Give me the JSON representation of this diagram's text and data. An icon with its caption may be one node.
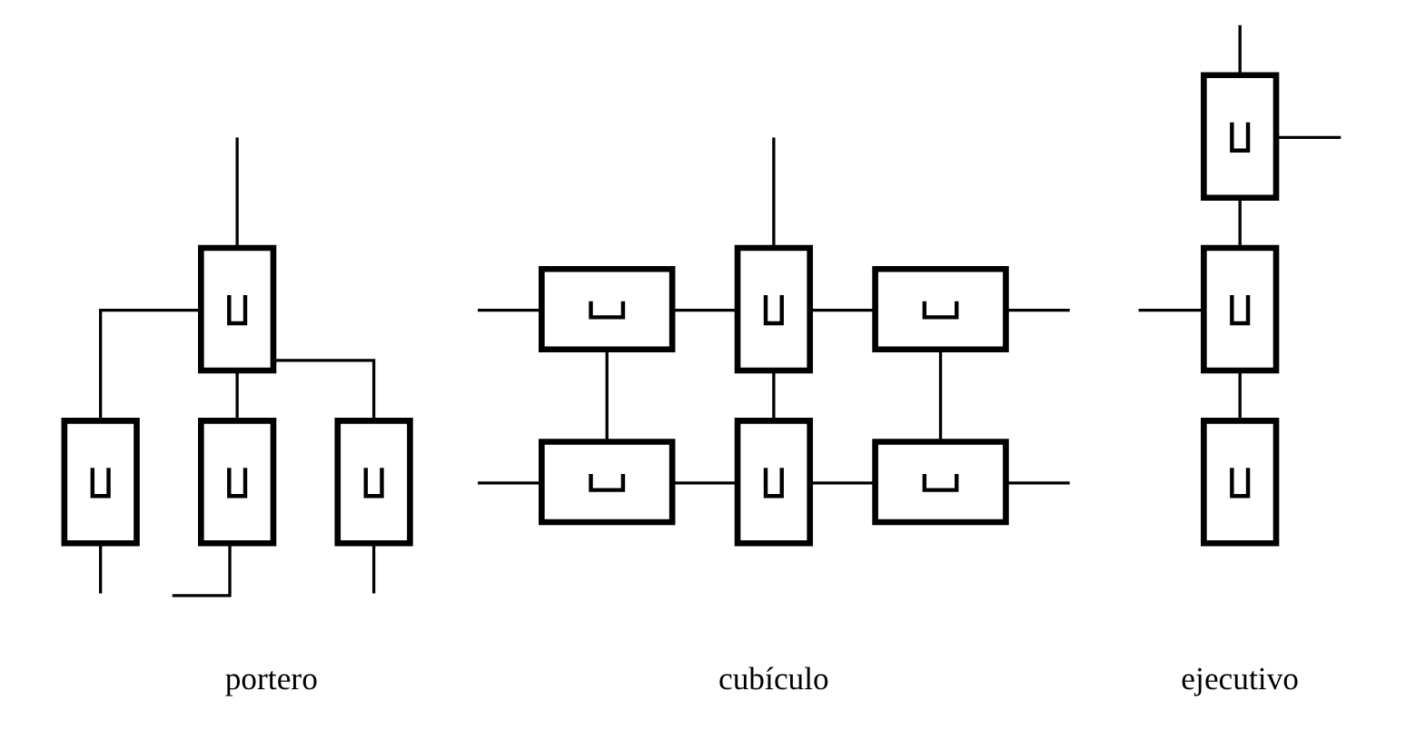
{
  "diagram": {
    "nodes": [
      {
        "text": [],
        "shape": "box"
      },
      {
        "text": [],
        "shape": "box"
      },
      {
        "text": [],
        "shape": "box"
      },
      {
        "text": [],
        "shape": "box"
      },
      {
        "text": [],
        "shape": "box"
      },
      {
        "text": [],
        "shape": "box"
      },
      {
        "text": [],
        "shape": "box"
      },
      {
        "text": [],
        "shape": "box"
      },
      {
        "text": [],
        "shape": "box"
      },
      {
        "text": [],
        "shape": "box"
      },
      {
        "text": [],
        "shape": "box"
      },
      {
        "text": [],
        "shape": "box"
      },
      {
        "text": [],
        "shape": "box"
      }
    ],
    "edges": [
      {
        "from": null,
        "to": 0,
        "arrow": "none"
      },
      {
        "from": 0,
        "to": 1,
        "arrow": "none"
      },
      {
        "from": 0,
        "to": 2,
        "arrow": "none"
      },
      {
        "from": 0,
        "to": 3,
        "arrow": "none"
      },
      {
        "from": 1,
        "to": null,
        "arrow": "none"
      },
      {
        "from": 2,
        "to": null,
        "arrow": "none"
      },
      {
        "from": 3,
        "to": null,
        "arrow": "none"
      },
      {
        "from": null,
        "to": 4,
        "arrow": "none"
      },
      {
        "from": null,
        "to": 5,
        "arrow": "none"
      },
      {
        "from": 4,
        "to": 5,
        "arrow": "none"
      },
      {
        "from": 5,
        "to": 6,
        "arrow": "none"
      },
      {
        "from": 6,
        "to": null,
        "arrow": "none"
      },
      {
        "from": 4,
        "to": 7,
        "arrow": "none"
      },
      {
        "from": 5,
        "to": 8,
        "arrow": "none"
      },
      {
        "from": 6,
        "to": 9,
        "arrow": "none"
      },
      {
        "from": null,
        "to": 7,
        "arrow": "none"
      },
      {
        "from": 7,
        "to": 8,
        "arrow": "none"
      },
      {
        "from": 8,
        "to": 9,
        "arrow": "none"
      },
      {
        "from": 9,
        "to": null,
        "arrow": "none"
      },
      {
        "from": null,
        "to": 10,
        "arrow": "none"
      },
      {
        "from": 10,
        "to": null,
        "arrow": "none"
      },
      {
        "from": 10,
        "to": 11,
        "arrow": "none"
      },
      {
        "from": null,
        "to": 11,
        "arrow": "none"
      },
      {
        "from": 11,
        "to": 12,
        "arrow": "none"
      }
    ],
    "labels": [
      "portero",
      "cubículo",
      "ejecutivo"
    ]
  }
}
